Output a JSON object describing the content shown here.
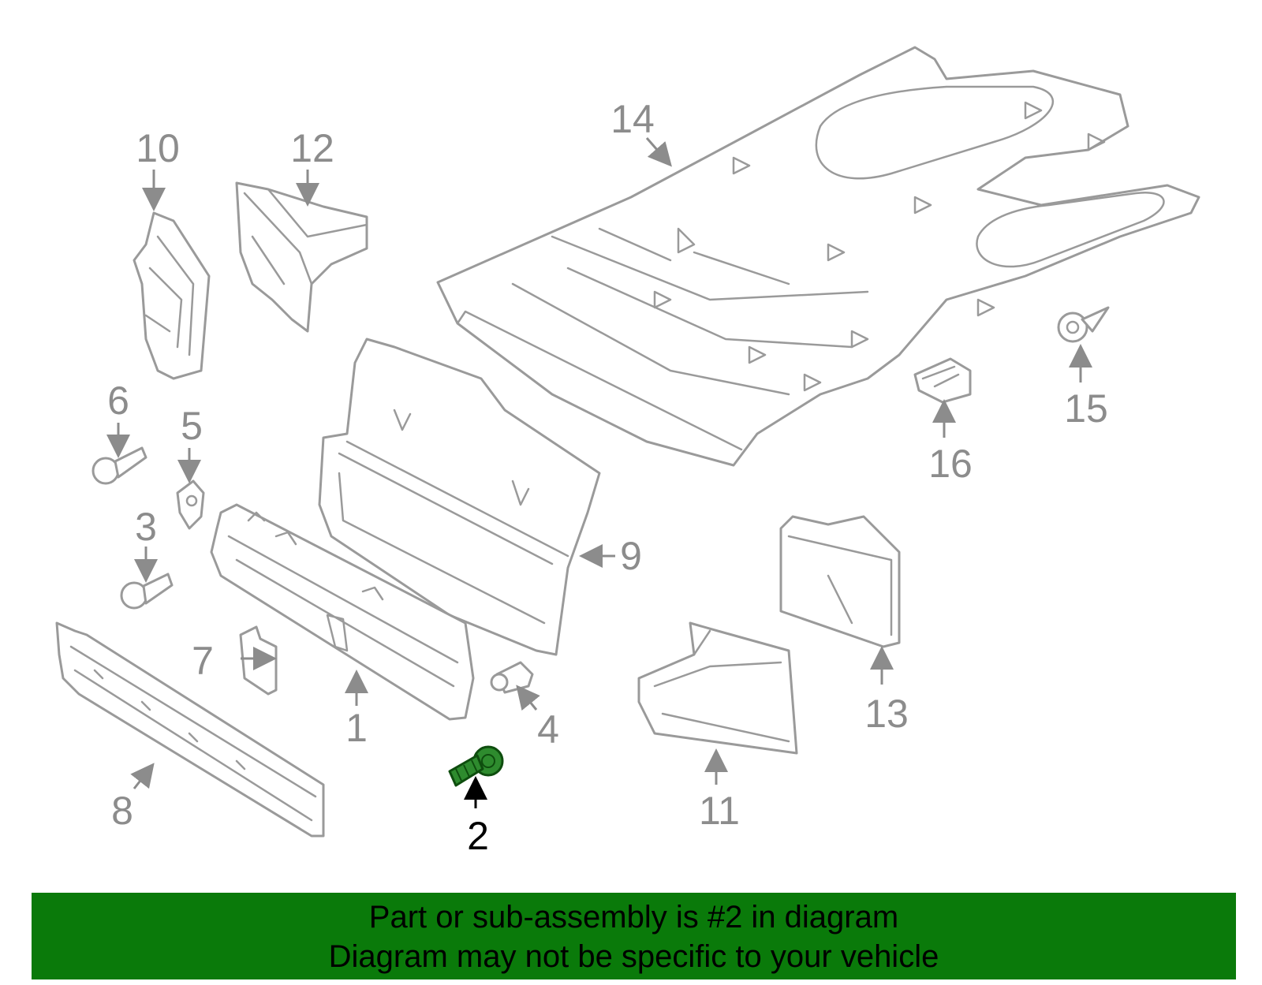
{
  "callouts": [
    "1",
    "2",
    "3",
    "4",
    "5",
    "6",
    "7",
    "8",
    "9",
    "10",
    "11",
    "12",
    "13",
    "14",
    "15",
    "16"
  ],
  "highlight_callout": "2",
  "colors": {
    "line": "#9a9a9a",
    "label": "#8c8c8c",
    "highlight_part": "#2e8b2e",
    "banner": "#0a7a0a",
    "banner_text": "#000000"
  },
  "banner": {
    "line1": "Part or sub-assembly is #2 in diagram",
    "line2": "Diagram may not be specific to your vehicle"
  }
}
